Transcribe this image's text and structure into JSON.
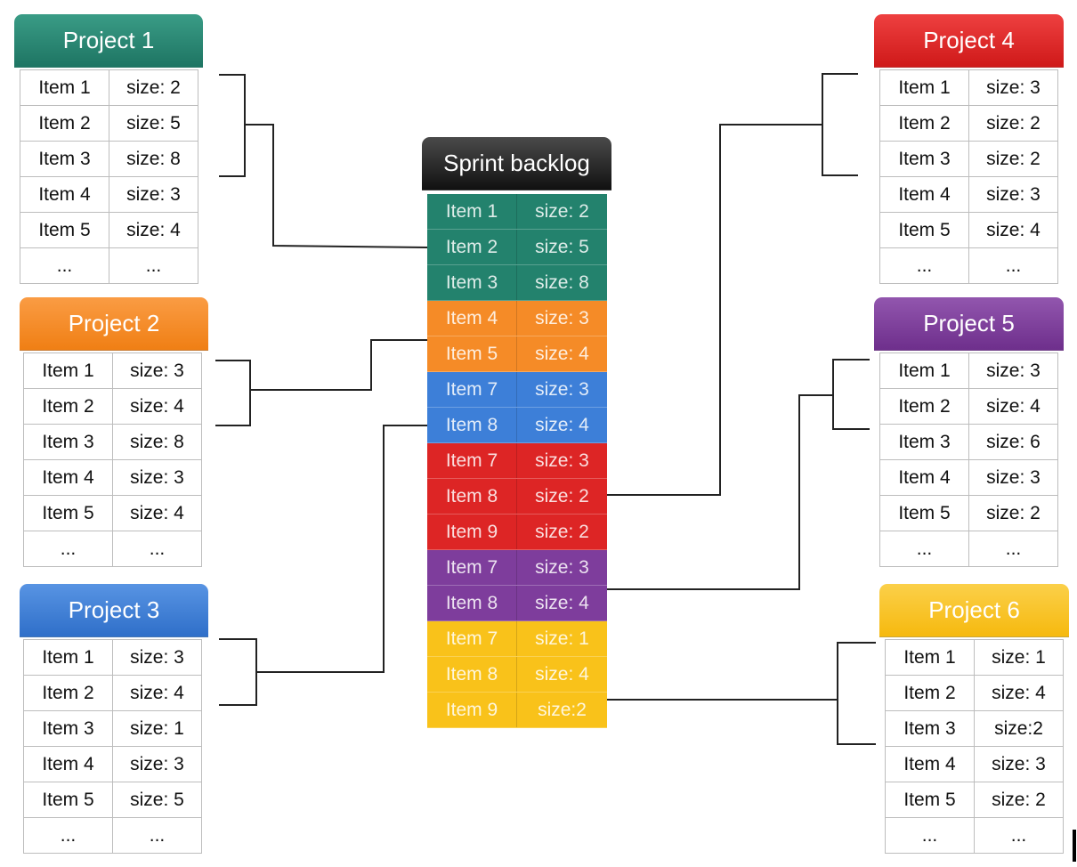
{
  "colors": {
    "project_1": "#23826d",
    "project_2": "#f58b27",
    "project_3": "#3d7fd8",
    "project_4": "#dd2525",
    "project_5": "#7e3d9c",
    "project_6": "#f9c21a",
    "backlog_header": "#1a1a1a"
  },
  "backlog": {
    "title": "Sprint backlog",
    "rows": [
      {
        "item": "Item 1",
        "size": "size: 2",
        "project": "project_1"
      },
      {
        "item": "Item 2",
        "size": "size: 5",
        "project": "project_1"
      },
      {
        "item": "Item 3",
        "size": "size: 8",
        "project": "project_1"
      },
      {
        "item": "Item 4",
        "size": "size: 3",
        "project": "project_2"
      },
      {
        "item": "Item 5",
        "size": "size: 4",
        "project": "project_2"
      },
      {
        "item": "Item 7",
        "size": "size: 3",
        "project": "project_3"
      },
      {
        "item": "Item 8",
        "size": "size: 4",
        "project": "project_3"
      },
      {
        "item": "Item 7",
        "size": "size: 3",
        "project": "project_4"
      },
      {
        "item": "Item 8",
        "size": "size: 2",
        "project": "project_4"
      },
      {
        "item": "Item 9",
        "size": "size: 2",
        "project": "project_4"
      },
      {
        "item": "Item 7",
        "size": "size: 3",
        "project": "project_5"
      },
      {
        "item": "Item 8",
        "size": "size: 4",
        "project": "project_5"
      },
      {
        "item": "Item 7",
        "size": "size: 1",
        "project": "project_6"
      },
      {
        "item": "Item 8",
        "size": "size: 4",
        "project": "project_6"
      },
      {
        "item": "Item 9",
        "size": "size:2",
        "project": "project_6"
      }
    ]
  },
  "projects": [
    {
      "key": "project_1",
      "title": "Project 1",
      "rows": [
        [
          "Item 1",
          "size: 2"
        ],
        [
          "Item 2",
          "size: 5"
        ],
        [
          "Item 3",
          "size: 8"
        ],
        [
          "Item 4",
          "size: 3"
        ],
        [
          "Item 5",
          "size: 4"
        ],
        [
          "...",
          "..."
        ]
      ]
    },
    {
      "key": "project_2",
      "title": "Project 2",
      "rows": [
        [
          "Item 1",
          "size: 3"
        ],
        [
          "Item 2",
          "size: 4"
        ],
        [
          "Item 3",
          "size: 8"
        ],
        [
          "Item 4",
          "size: 3"
        ],
        [
          "Item 5",
          "size: 4"
        ],
        [
          "...",
          "..."
        ]
      ]
    },
    {
      "key": "project_3",
      "title": "Project 3",
      "rows": [
        [
          "Item 1",
          "size: 3"
        ],
        [
          "Item 2",
          "size: 4"
        ],
        [
          "Item 3",
          "size: 1"
        ],
        [
          "Item 4",
          "size: 3"
        ],
        [
          "Item 5",
          "size: 5"
        ],
        [
          "...",
          "..."
        ]
      ]
    },
    {
      "key": "project_4",
      "title": "Project 4",
      "rows": [
        [
          "Item 1",
          "size: 3"
        ],
        [
          "Item 2",
          "size: 2"
        ],
        [
          "Item 3",
          "size: 2"
        ],
        [
          "Item 4",
          "size: 3"
        ],
        [
          "Item 5",
          "size: 4"
        ],
        [
          "...",
          "..."
        ]
      ]
    },
    {
      "key": "project_5",
      "title": "Project 5",
      "rows": [
        [
          "Item 1",
          "size: 3"
        ],
        [
          "Item 2",
          "size: 4"
        ],
        [
          "Item 3",
          "size: 6"
        ],
        [
          "Item 4",
          "size: 3"
        ],
        [
          "Item 5",
          "size: 2"
        ],
        [
          "...",
          "..."
        ]
      ]
    },
    {
      "key": "project_6",
      "title": "Project 6",
      "rows": [
        [
          "Item 1",
          "size: 1"
        ],
        [
          "Item 2",
          "size: 4"
        ],
        [
          "Item 3",
          "size:2"
        ],
        [
          "Item 4",
          "size: 3"
        ],
        [
          "Item 5",
          "size: 2"
        ],
        [
          "...",
          "..."
        ]
      ]
    }
  ]
}
